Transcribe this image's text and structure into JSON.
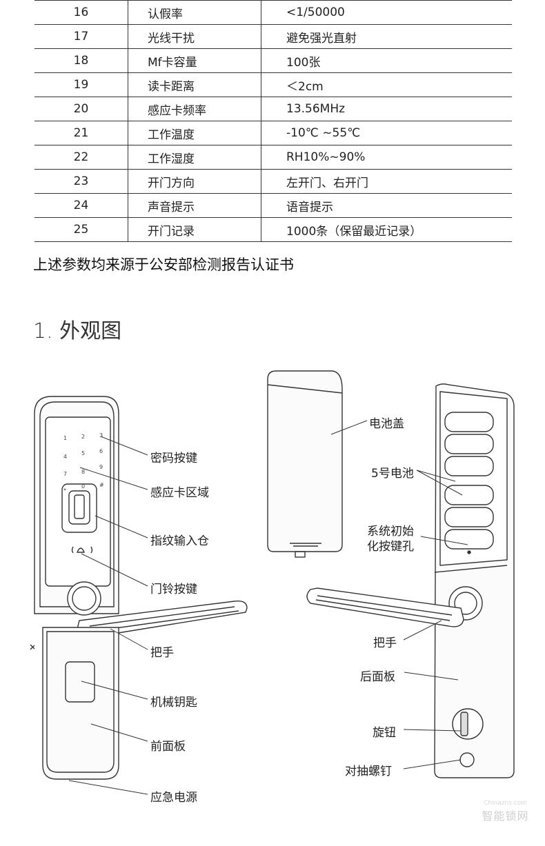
{
  "spec_rows": [
    {
      "no": "16",
      "name": "认假率",
      "value": "<1/50000"
    },
    {
      "no": "17",
      "name": "光线干扰",
      "value": "避免强光直射"
    },
    {
      "no": "18",
      "name": "Mf卡容量",
      "value": "100张"
    },
    {
      "no": "19",
      "name": "读卡距离",
      "value": "＜2cm"
    },
    {
      "no": "20",
      "name": "感应卡频率",
      "value": "13.56MHz"
    },
    {
      "no": "21",
      "name": "工作温度",
      "value": "-10℃ ~55℃"
    },
    {
      "no": "22",
      "name": "工作湿度",
      "value": "RH10%~90%"
    },
    {
      "no": "23",
      "name": "开门方向",
      "value": "左开门、右开门"
    },
    {
      "no": "24",
      "name": "声音提示",
      "value": "语音提示"
    },
    {
      "no": "25",
      "name": "开门记录",
      "value": "1000条（保留最近记录）"
    }
  ],
  "note": "上述参数均来源于公安部检测报告认证书",
  "section_title": "1. 外观图",
  "keypad": [
    "1",
    "2",
    "3",
    "4",
    "5",
    "6",
    "7",
    "8",
    "9",
    "*",
    "0",
    "#"
  ],
  "labels": {
    "password_keys": "密码按键",
    "card_area": "感应卡区域",
    "fingerprint": "指纹输入仓",
    "doorbell": "门铃按键",
    "handle_front": "把手",
    "mech_key": "机械钥匙",
    "front_panel": "前面板",
    "emergency_power": "应急电源",
    "battery_cover": "电池盖",
    "battery": "5号电池",
    "init_hole": "系统初始化按键孔",
    "handle_back": "把手",
    "back_panel": "后面板",
    "knob": "旋钮",
    "screw": "对抽螺钉"
  },
  "watermark": {
    "main": "智能锁网",
    "sub": "Chinazns.com"
  }
}
